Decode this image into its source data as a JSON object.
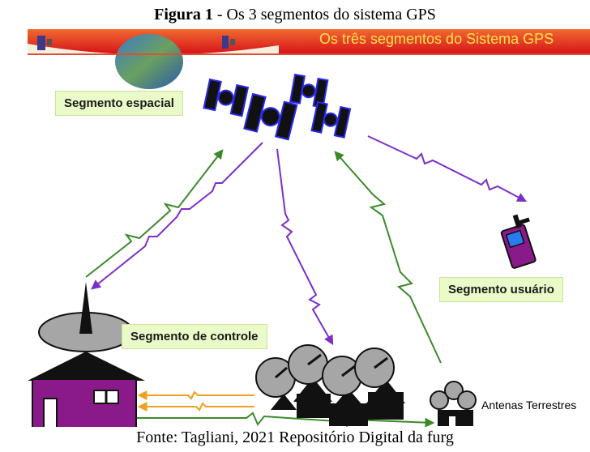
{
  "caption": {
    "figure_prefix": "Figura 1",
    "figure_title": " - Os 3 segmentos do sistema GPS",
    "source": "Fonte: Tagliani, 2021 Repositório Digital da furg"
  },
  "figure": {
    "banner_title": "Os três segmentos do Sistema GPS",
    "labels": {
      "space": "Segmento espacial",
      "user": "Segmento usuário",
      "control": "Segmento de controle",
      "antennas": "Antenas Terrestres"
    },
    "colors": {
      "banner": "#e0301a",
      "label_bg": "#eafac8",
      "purple_signal": "#7a2fc8",
      "green_signal": "#3a8a2a",
      "orange_signal": "#f0a020",
      "house": "#8a1a8a",
      "dish": "#a6a6a6",
      "satellite_panel": "#1a1a6a"
    }
  }
}
